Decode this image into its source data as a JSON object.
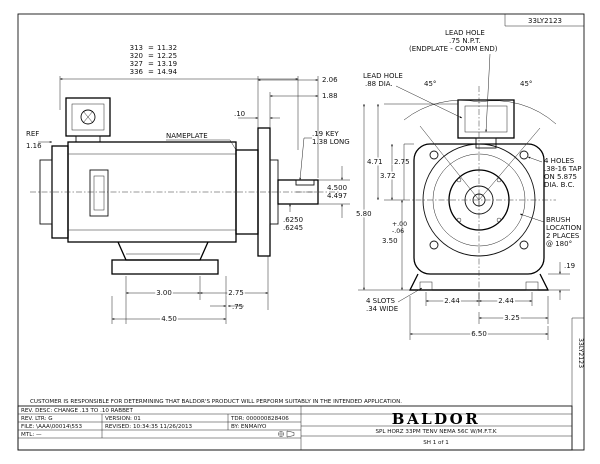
{
  "drawing_number": "33LY2123",
  "overall_lengths": [
    {
      "key": "313",
      "value": "11.32"
    },
    {
      "key": "320",
      "value": "12.25"
    },
    {
      "key": "327",
      "value": "13.19"
    },
    {
      "key": "336",
      "value": "14.94"
    }
  ],
  "side_view": {
    "ref_label": "REF",
    "ref_value": "1.16",
    "nameplate_label": "NAMEPLATE",
    "dim_206": "2.06",
    "dim_188": "1.88",
    "dim_010": ".10",
    "key_line1": ".19 KEY",
    "key_line2": "1.38 LONG",
    "shaft_od_1": "4.500",
    "shaft_od_2": "4.497",
    "shaft_dia_1": ".6250",
    "shaft_dia_2": ".6245",
    "dim_300": "3.00",
    "dim_275": "2.75",
    "dim_075": ".75",
    "dim_450": "4.50"
  },
  "end_view": {
    "lead_hole_top_1": "LEAD HOLE",
    "lead_hole_top_2": ".75 N.P.T.",
    "lead_hole_top_3": "(ENDPLATE - COMM END)",
    "lead_hole_left_1": "LEAD HOLE",
    "lead_hole_left_2": ".88 DIA.",
    "angle_left": "45°",
    "angle_right": "45°",
    "dim_471": "4.71",
    "dim_275": "2.75",
    "dim_372": "3.72",
    "dim_580": "5.80",
    "tol_plus": "+.00",
    "tol_minus": "-.06",
    "dim_350": "3.50",
    "holes_1": "4 HOLES",
    "holes_2": ".38-16 TAP",
    "holes_3": "ON 5.875",
    "holes_4": "DIA. B.C.",
    "brush_1": "BRUSH",
    "brush_2": "LOCATION",
    "brush_3": "2 PLACES",
    "brush_4": "@ 180°",
    "dim_019": ".19",
    "slots_1": "4 SLOTS",
    "slots_2": ".34 WIDE",
    "dim_244_left": "2.44",
    "dim_244_right": "2.44",
    "dim_325": "3.25",
    "dim_650": "6.50"
  },
  "notice": "CUSTOMER IS RESPONSIBLE FOR DETERMINING THAT BALDOR'S PRODUCT WILL PERFORM SUITABLY IN THE INTENDED APPLICATION.",
  "title_block": {
    "rev_desc": "REV. DESC: CHANGE .13 TO .10 RABBET",
    "rev_ltr": "REV. LTR: G",
    "version": "VERSION: 01",
    "tdr": "TDR: 000000828406",
    "file": "FILE: \\AAA\\00014\\553",
    "revised": "REVISED: 10:34:35 11/26/2013",
    "by": "BY: ENMAIYO",
    "mtl": "MTL: —",
    "brand": "BALDOR",
    "description": "SPL HORZ 33PM TENV NEMA 56C W/M.F.T.K",
    "sheet": "SH 1 of 1"
  },
  "side_strip_number": "33LY2123"
}
